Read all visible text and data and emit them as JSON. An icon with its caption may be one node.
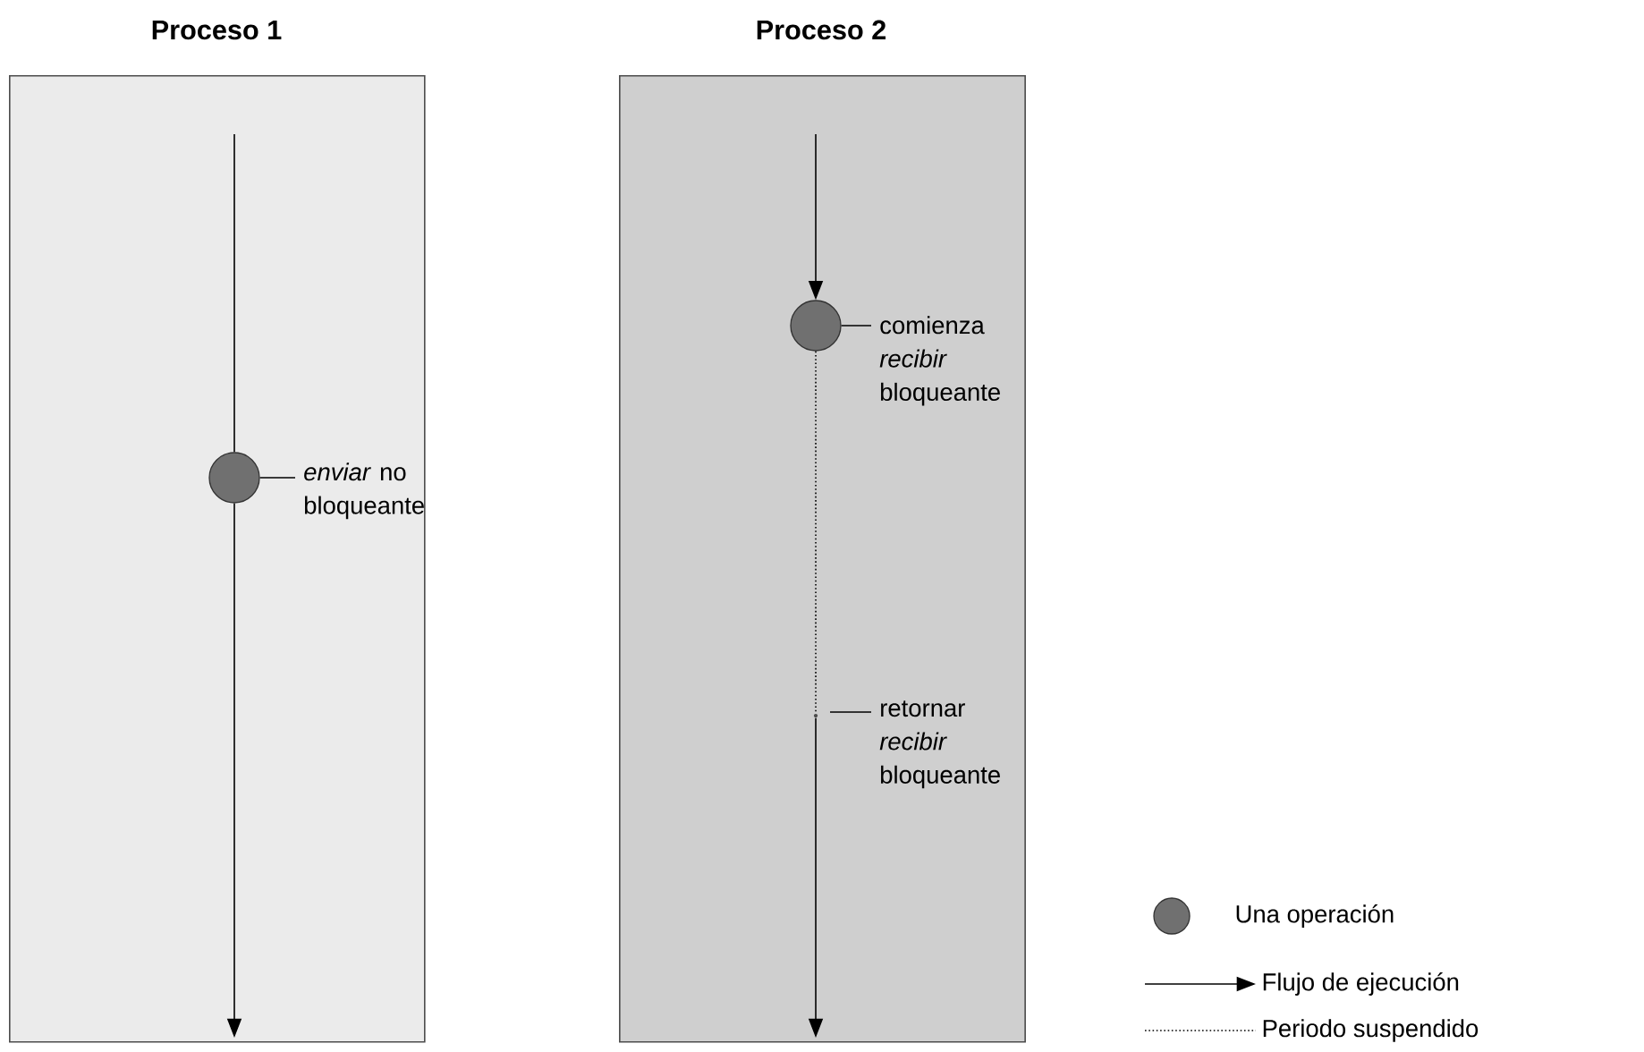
{
  "diagram": {
    "nodes": [
      {
        "text": [
          "Proceso 1"
        ]
      },
      {
        "text": [
          "Proceso 2"
        ]
      },
      {
        "text": [],
        "shape": "circle",
        "in": 0
      },
      {
        "text": [
          "*enviar* no bloqueante"
        ],
        "in": 0
      },
      {
        "text": [],
        "shape": "circle",
        "in": 1
      },
      {
        "text": [
          "comienza *recibir* bloqueante"
        ],
        "in": 1
      },
      {
        "text": [],
        "shape": "point",
        "in": 1
      },
      {
        "text": [
          "retornar *recibir* bloqueante"
        ],
        "in": 1
      }
    ],
    "edges": [
      {
        "from": null,
        "to": 2,
        "arrow": "none"
      },
      {
        "from": 2,
        "to": null,
        "arrow": "to"
      },
      {
        "from": 3,
        "to": 2,
        "arrow": "none"
      },
      {
        "from": null,
        "to": 4,
        "arrow": "to"
      },
      {
        "from": 5,
        "to": 4,
        "arrow": "none"
      },
      {
        "from": 4,
        "to": 6,
        "arrow": "none",
        "style": "dashed"
      },
      {
        "from": 7,
        "to": 6,
        "arrow": "none"
      },
      {
        "from": 6,
        "to": null,
        "arrow": "to"
      }
    ],
    "legend": [
      {
        "text": "Una operación"
      },
      {
        "text": "Flujo de ejecución"
      },
      {
        "text": "Periodo suspendido"
      }
    ]
  }
}
